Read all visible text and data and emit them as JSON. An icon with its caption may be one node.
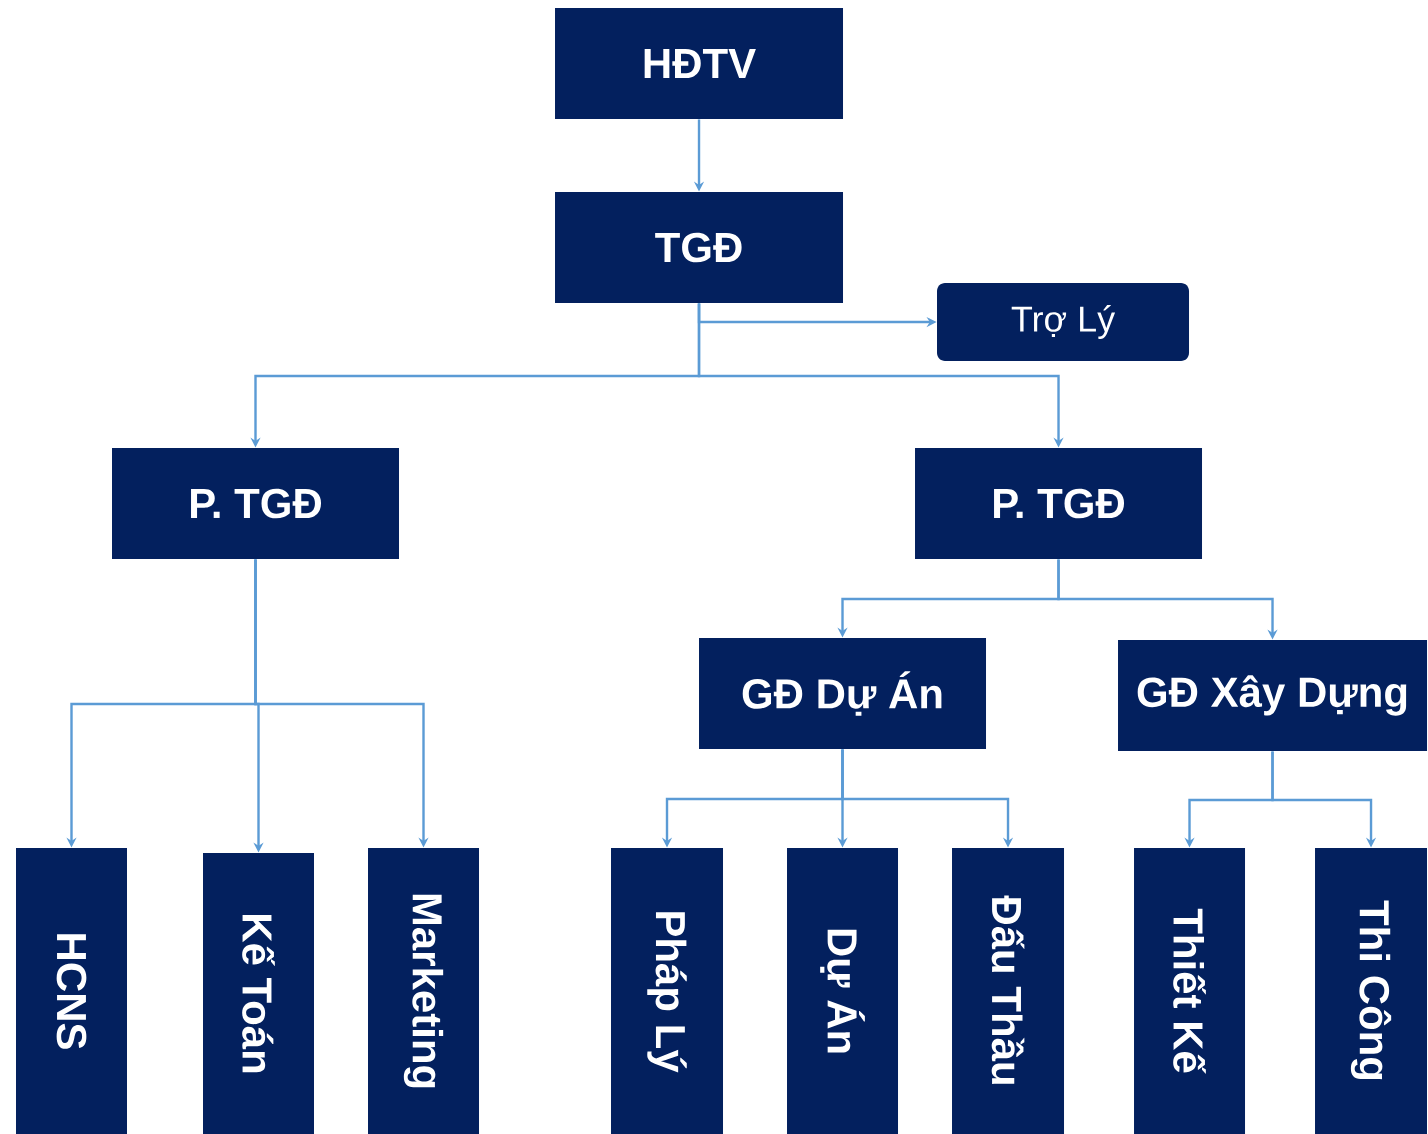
{
  "diagram": {
    "nodes": [
      {
        "text": [
          "HĐTV"
        ]
      },
      {
        "text": [
          "TGĐ"
        ]
      },
      {
        "text": [
          "Trợ Lý"
        ]
      },
      {
        "text": [
          "P. TGĐ"
        ]
      },
      {
        "text": [
          "P. TGĐ"
        ]
      },
      {
        "text": [
          "GĐ Dự Án"
        ]
      },
      {
        "text": [
          "GĐ Xây Dựng"
        ]
      },
      {
        "text": [
          "HCNS"
        ]
      },
      {
        "text": [
          "Kế Toán"
        ]
      },
      {
        "text": [
          "Marketing"
        ]
      },
      {
        "text": [
          "Pháp Lý"
        ]
      },
      {
        "text": [
          "Dự Án"
        ]
      },
      {
        "text": [
          "Đấu Thầu"
        ]
      },
      {
        "text": [
          "Thiết Kế"
        ]
      },
      {
        "text": [
          "Thi Công"
        ]
      }
    ],
    "edges": [
      {
        "from": 0,
        "to": 1,
        "arrow": "to"
      },
      {
        "from": 1,
        "to": 2,
        "arrow": "to"
      },
      {
        "from": 1,
        "to": 3,
        "arrow": "to"
      },
      {
        "from": 1,
        "to": 4,
        "arrow": "to"
      },
      {
        "from": 3,
        "to": 7,
        "arrow": "to"
      },
      {
        "from": 3,
        "to": 8,
        "arrow": "to"
      },
      {
        "from": 3,
        "to": 9,
        "arrow": "to"
      },
      {
        "from": 4,
        "to": 5,
        "arrow": "to"
      },
      {
        "from": 4,
        "to": 6,
        "arrow": "to"
      },
      {
        "from": 5,
        "to": 10,
        "arrow": "to"
      },
      {
        "from": 5,
        "to": 11,
        "arrow": "to"
      },
      {
        "from": 5,
        "to": 12,
        "arrow": "to"
      },
      {
        "from": 6,
        "to": 13,
        "arrow": "to"
      },
      {
        "from": 6,
        "to": 14,
        "arrow": "to"
      }
    ]
  }
}
